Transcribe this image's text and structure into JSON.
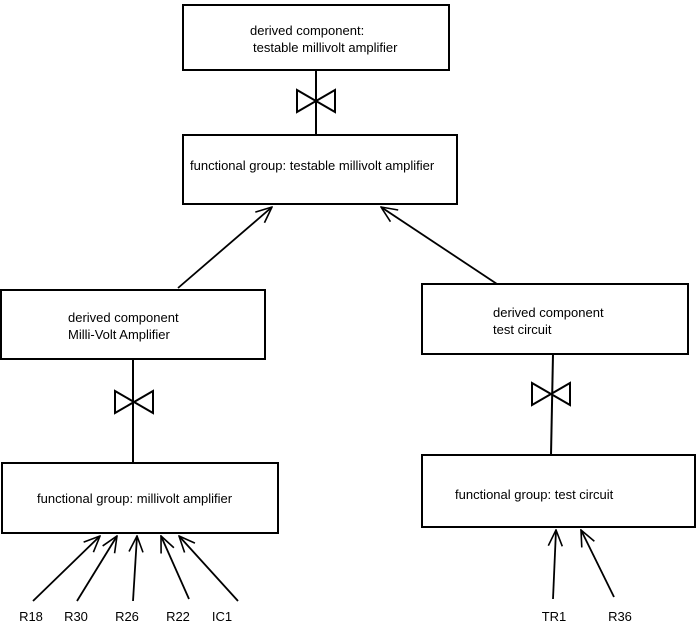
{
  "diagram": {
    "colors": {
      "line": "#000000",
      "background": "#ffffff"
    },
    "nodes": {
      "top_derived": {
        "line1": "derived component:",
        "line2": "testable millivolt amplifier"
      },
      "top_functional": {
        "label": "functional group: testable millivolt amplifier"
      },
      "left_derived": {
        "line1": "derived component",
        "line2": "Milli-Volt Amplifier"
      },
      "left_functional": {
        "label": "functional group: millivolt amplifier"
      },
      "right_derived": {
        "line1": "derived component",
        "line2": "test circuit"
      },
      "right_functional": {
        "label": "functional group: test circuit"
      }
    },
    "left_components": [
      "R18",
      "R30",
      "R26",
      "R22",
      "IC1"
    ],
    "right_components": [
      "TR1",
      "R36"
    ]
  }
}
